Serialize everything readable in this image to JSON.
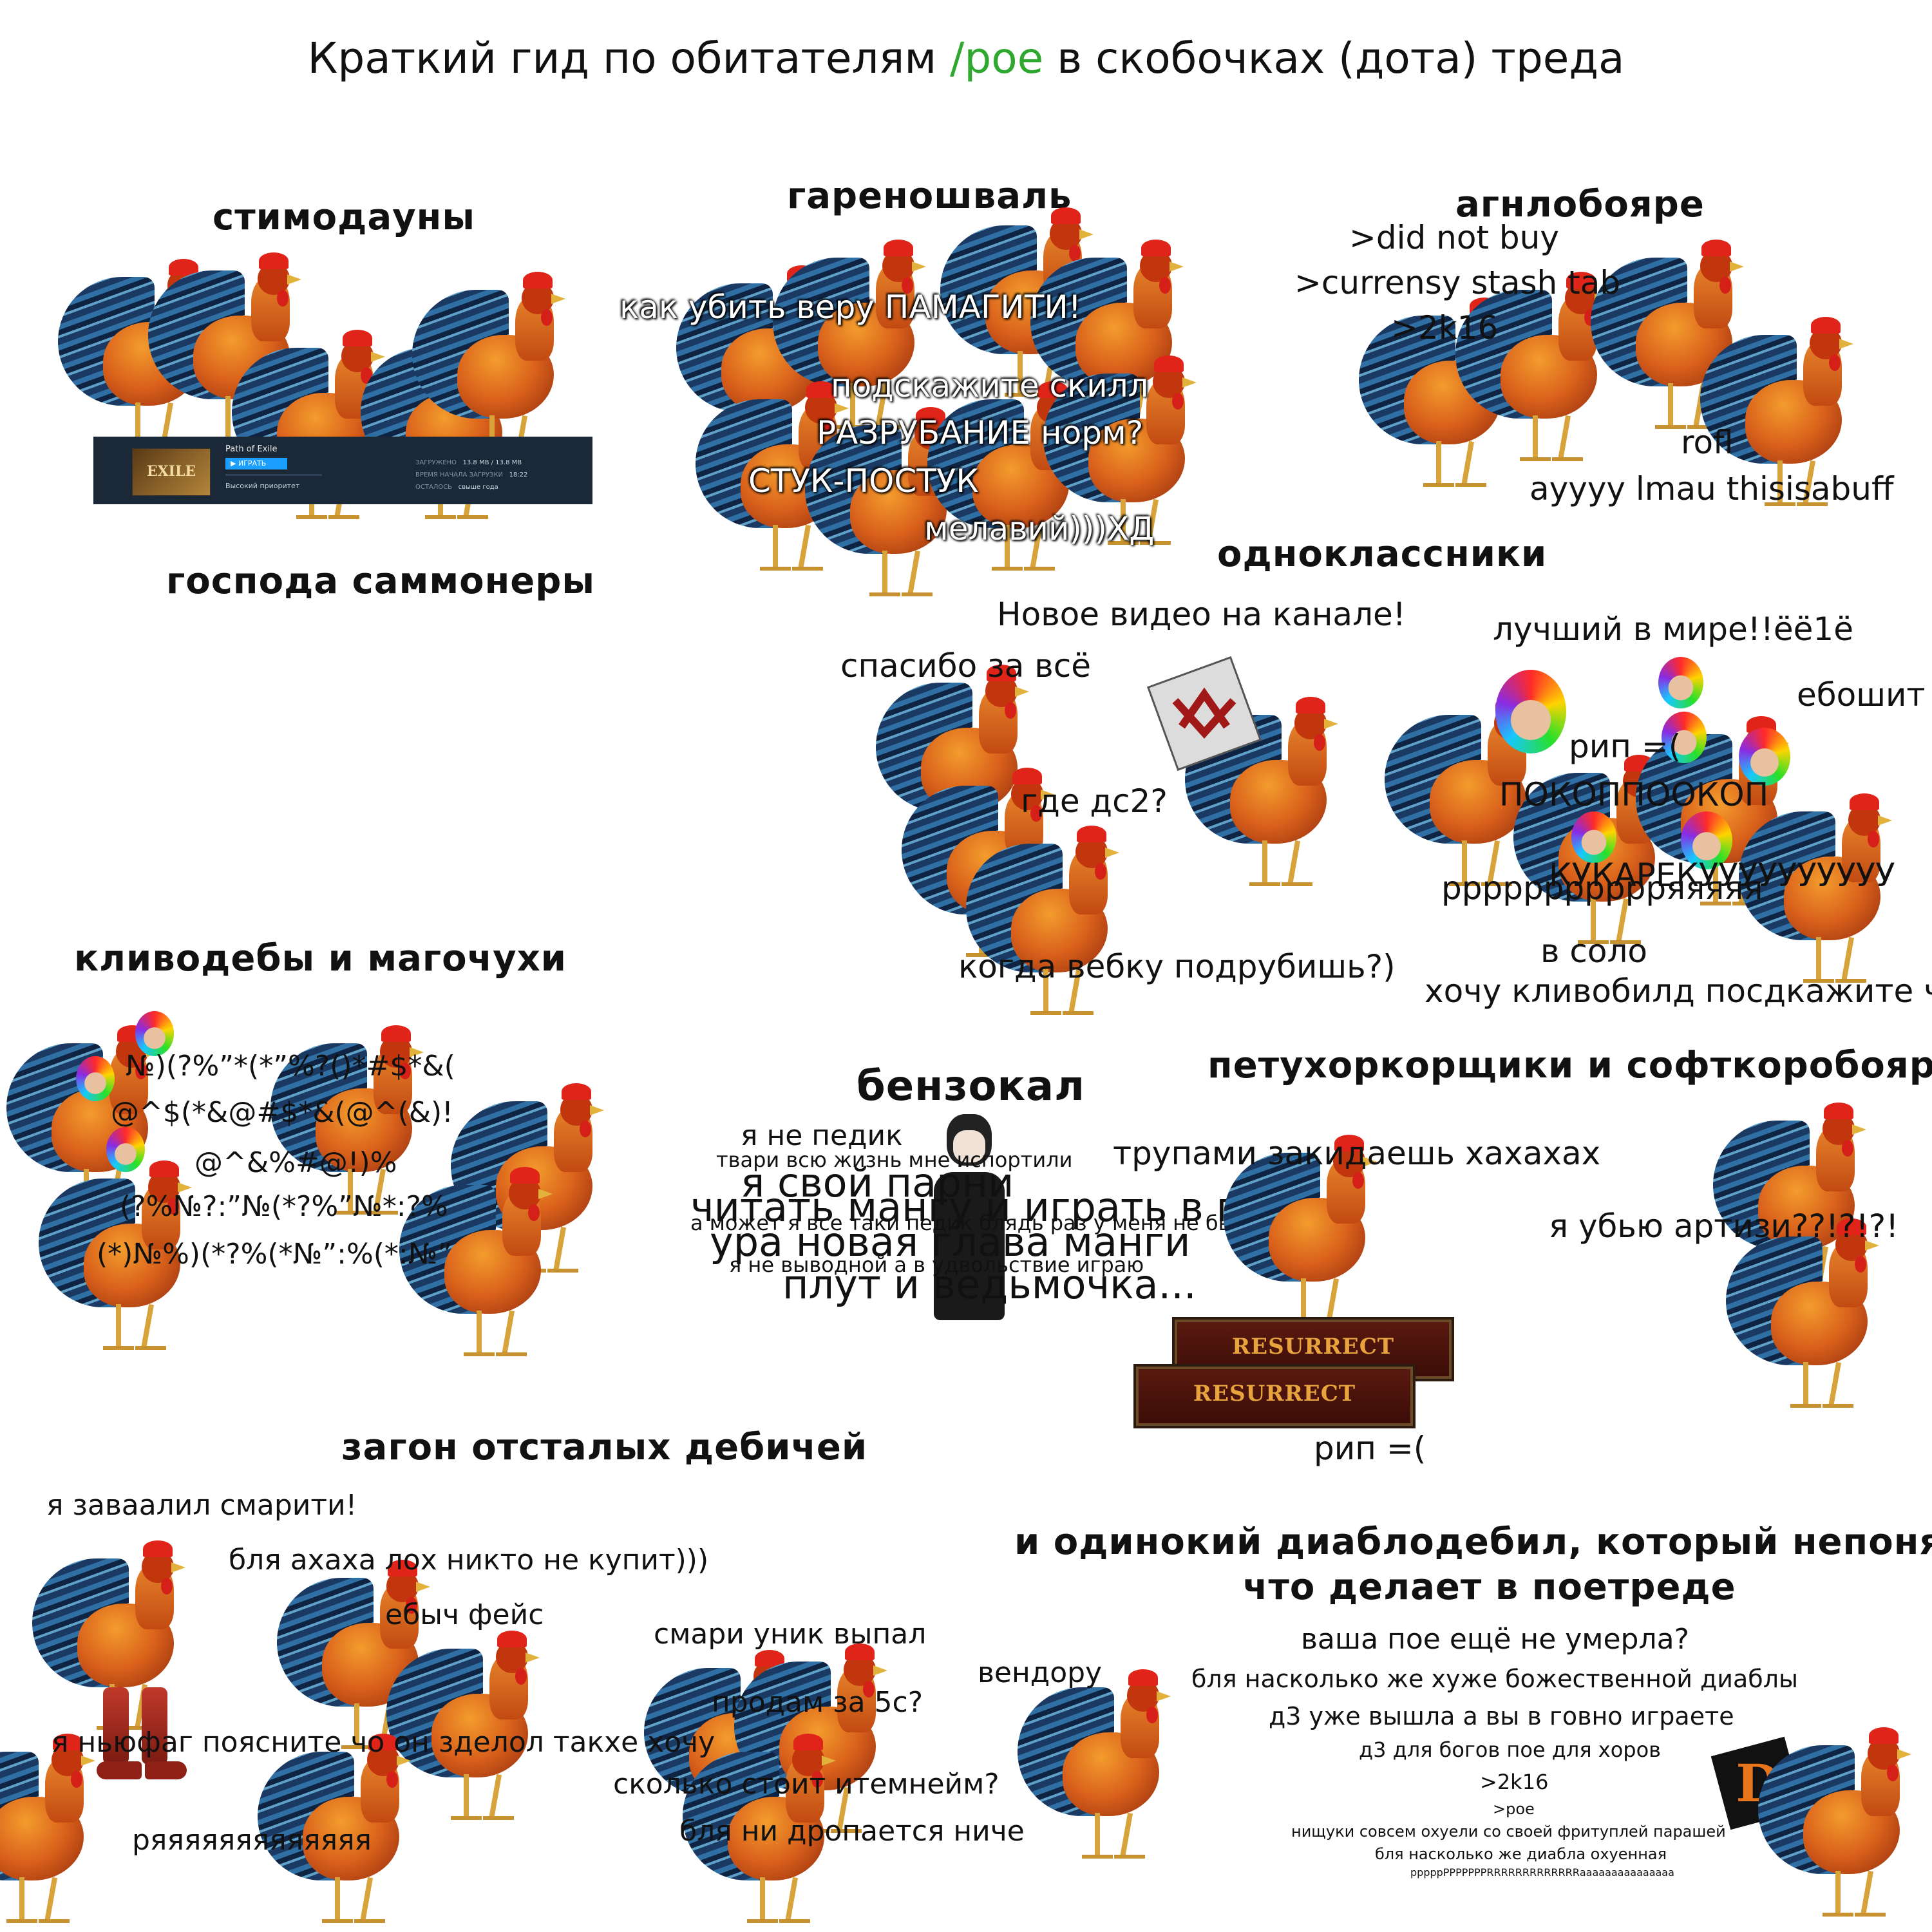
{
  "title": {
    "before": "Краткий гид по обитателям",
    "green": "/poe",
    "after": "в скобочках (дота) треда",
    "green_color": "#2ea82e"
  },
  "groups": {
    "stimo": {
      "header": "стимодауны",
      "steam": {
        "game": "Path of Exile",
        "logo": "EXILE",
        "play": "▶ ИГРАТЬ",
        "priority": "Высокий приоритет",
        "stat1_label": "ЗАГРУЖЕНО",
        "stat1_value": "13.8 MB / 13.8 MB",
        "stat2_label": "ВРЕМЯ НАЧАЛА ЗАГРУЗКИ",
        "stat2_value": "18:22",
        "stat3_label": "ОСТАЛОСЬ",
        "stat3_value": "свыше года"
      }
    },
    "summoners": {
      "header": "господа саммонеры"
    },
    "garena": {
      "header": "гареношваль",
      "lines": [
        "как убить веру ПАМАГИТИ!",
        "подскажите скилл",
        "РАЗРУБАНИЕ норм?",
        "СТУК-ПОСТУК",
        "мелавий)))ХД"
      ]
    },
    "agnlo": {
      "header": "агнлобояре",
      "lines": [
        ">did not buy",
        ">currensy stash tab",
        ">2k16",
        "rofl",
        "ayyyy lmau thisisabuff"
      ]
    },
    "odnoklass": {
      "header": "одноклассники",
      "lines": [
        "Новое видео на канале!",
        "спасибо за всё",
        "где дс2?",
        "когда вебку подрубишь?)"
      ],
      "lines_right": [
        "лучший в мире!!ёё1ё",
        "ебошит",
        "рип =(",
        "ПОКОППООКОП",
        "КУКАРЕКУУУУУУУУУУ",
        "ррррррррррряяяяя",
        "в соло",
        "хочу кливобилд посдкажите че"
      ]
    },
    "cleave": {
      "header": "кливодебы и магочухи",
      "lines": [
        "№)(?%”*(*”%?()*#$*&(",
        "@^$(*&@#$*&(@^(&)!",
        "@^&%#@!)%",
        "(?%№?:”№(*?%”№*:?%",
        "(*)№%)(*?%(*№”:%(*:№”"
      ]
    },
    "benzo": {
      "header": "бензокал",
      "lines": [
        "я не педик",
        "твари всю жизнь мне испортили",
        "я свой парни",
        "читать мангу и играть в пое",
        "а может я все таки педик блядь раз у меня не было",
        "ура новая глава манги",
        "я не выводной а в удвольствие играю",
        "плут и ведьмочка..."
      ]
    },
    "hardcore": {
      "header": "петухоркорщики и софткоробояре",
      "lines": [
        "трупами закидаешь хахахах",
        "я убью артизи??!?!?!",
        "рип =("
      ],
      "button": "RESURRECT"
    },
    "zagon": {
      "header": "загон отсталых дебичей",
      "lines": [
        "я завaалил смарити!",
        "бля ахаха лох никто не купит)))",
        "ебыч фейс",
        "я ньюфаг поясните чо он зделол такхе хочу",
        "ряяяяяяяяяяяяя",
        "смари уник выпал",
        "продам за 5с?",
        "вендору",
        "сколько стоит итемнейм?",
        "бля ни дропается ниче"
      ]
    },
    "diablo": {
      "header1": "и одинокий диаблодебил, который непонятно",
      "header2": "что делает в поетреде",
      "lines": [
        "ваша пое ещё не умерла?",
        "бля насколько же хуже божественной диаблы",
        "д3 уже вышла а вы в говно играете",
        "д3 для богов пое для хоров",
        ">2k16",
        ">poe",
        "нищуки совсем охуели со своей фритуплей парашей",
        "бля насколько же диабла охуенная",
        "рррррРРРРРРРRRRRRRRRRRRRRааааааааааааааа"
      ],
      "logo_letter": "D"
    }
  }
}
